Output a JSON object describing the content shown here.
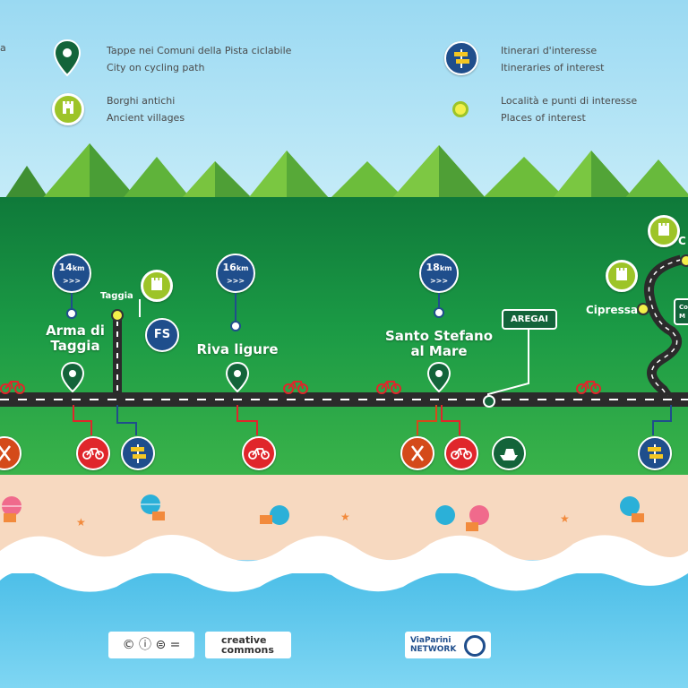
{
  "legend": {
    "cycling_path_it": "Tappe nei Comuni della Pista ciclabile",
    "cycling_path_en": "City on cycling path",
    "ancient_it": "Borghi antichi",
    "ancient_en": "Ancient villages",
    "itineraries_it": "Itinerari d'interesse",
    "itineraries_en": "Itineraries of interest",
    "places_it": "Località e punti di interesse",
    "places_en": "Places of interest",
    "cut_left": "a"
  },
  "markers": {
    "km14": "14",
    "km16": "16",
    "km18": "18",
    "km_unit": "km",
    "km_arrows": ">>>"
  },
  "places": {
    "taggia": "Taggia",
    "fs": "FS",
    "arma_line1": "Arma di",
    "arma_line2": "Taggia",
    "riva": "Riva ligure",
    "santo_line1": "Santo Stefano",
    "santo_line2": "al Mare",
    "aregai": "AREGAI",
    "cipressa": "Cipressa",
    "cut_c": "C",
    "cut_co": "Co",
    "cut_m": "M"
  },
  "footer": {
    "cc_symbols": "© ⓘ ⊜ =",
    "cc_text1": "creative",
    "cc_text2": "commons",
    "viaparini1": "ViaParini",
    "viaparini2": "NETWORK"
  },
  "colors": {
    "blue": "#1f4e8c",
    "red": "#e0262b",
    "green": "#13643a",
    "lime": "#9dc428"
  }
}
